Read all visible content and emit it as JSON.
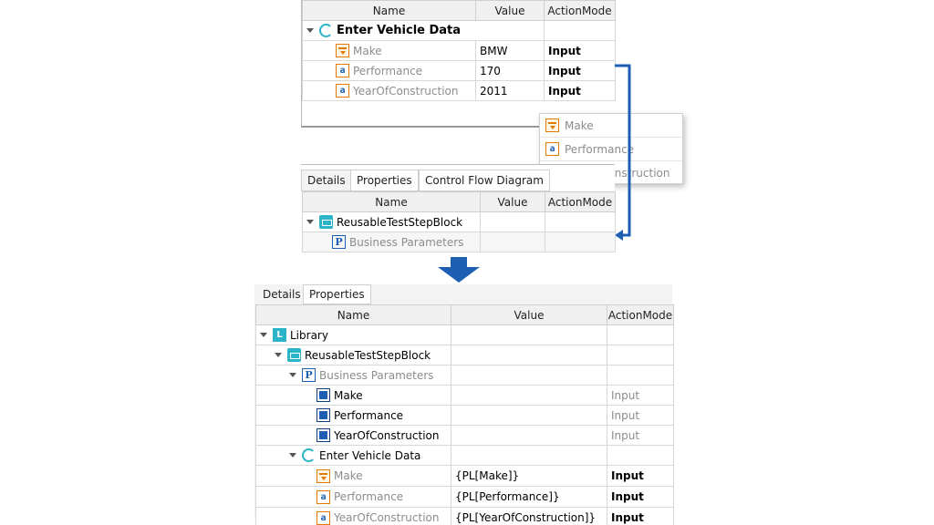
{
  "columns": {
    "name": "Name",
    "value": "Value",
    "action": "ActionMode"
  },
  "top": {
    "module": "Enter Vehicle Data",
    "rows": [
      {
        "name": "Make",
        "value": "BMW",
        "action": "Input"
      },
      {
        "name": "Performance",
        "value": "170",
        "action": "Input"
      },
      {
        "name": "YearOfConstruction",
        "value": "2011",
        "action": "Input"
      }
    ]
  },
  "dragged": [
    "Make",
    "Performance",
    "YearOfConstruction"
  ],
  "middle": {
    "tabs": [
      "Details",
      "Properties",
      "Control Flow Diagram"
    ],
    "block": "ReusableTestStepBlock",
    "params": "Business Parameters"
  },
  "bottom": {
    "tabs": [
      "Details",
      "Properties"
    ],
    "library": "Library",
    "block": "ReusableTestStepBlock",
    "params": "Business Parameters",
    "param_items": [
      {
        "name": "Make",
        "action": "Input"
      },
      {
        "name": "Performance",
        "action": "Input"
      },
      {
        "name": "YearOfConstruction",
        "action": "Input"
      }
    ],
    "module": "Enter Vehicle Data",
    "module_rows": [
      {
        "name": "Make",
        "value": "{PL[Make]}",
        "action": "Input"
      },
      {
        "name": "Performance",
        "value": "{PL[Performance]}",
        "action": "Input"
      },
      {
        "name": "YearOfConstruction",
        "value": "{PL[YearOfConstruction]}",
        "action": "Input"
      }
    ]
  },
  "colors": {
    "accent_blue": "#1f5fb3",
    "teal": "#2bb3c7",
    "orange": "#e07b00"
  }
}
